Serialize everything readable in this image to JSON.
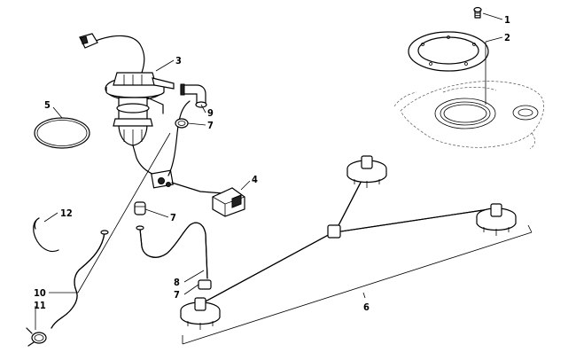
{
  "callouts": [
    {
      "id": "c1",
      "text": "1"
    },
    {
      "id": "c2",
      "text": "2"
    },
    {
      "id": "c3",
      "text": "3"
    },
    {
      "id": "c4",
      "text": "4"
    },
    {
      "id": "c5",
      "text": "5"
    },
    {
      "id": "c6",
      "text": "6"
    },
    {
      "id": "c7a",
      "text": "7"
    },
    {
      "id": "c7b",
      "text": "7"
    },
    {
      "id": "c7c",
      "text": "7"
    },
    {
      "id": "c8",
      "text": "8"
    },
    {
      "id": "c9",
      "text": "9"
    },
    {
      "id": "c10",
      "text": "10"
    },
    {
      "id": "c11",
      "text": "11"
    },
    {
      "id": "c12",
      "text": "12"
    }
  ]
}
